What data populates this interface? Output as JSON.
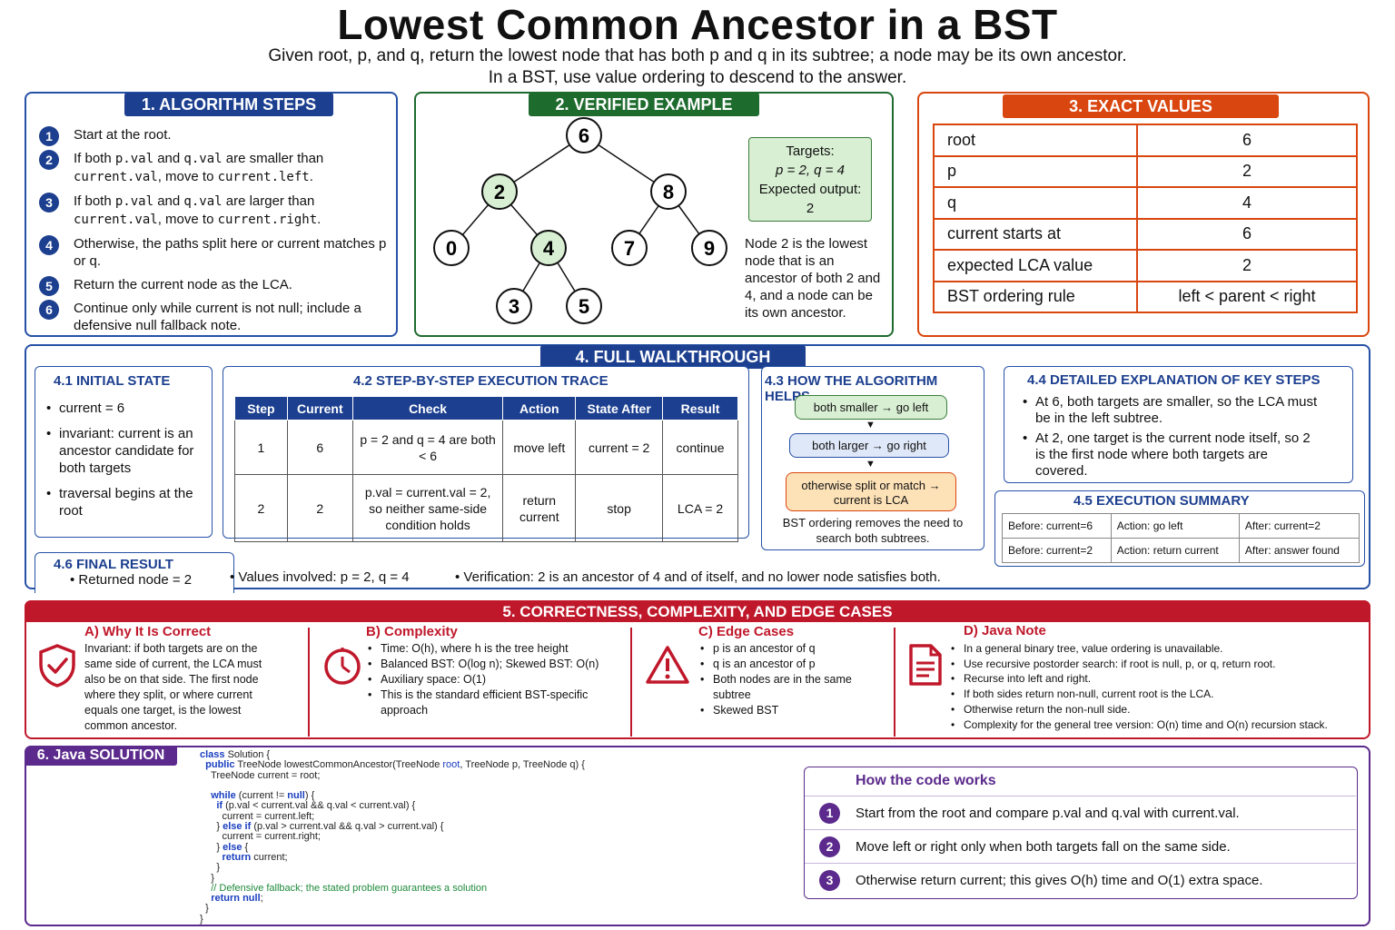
{
  "title": "Lowest Common Ancestor in a BST",
  "subtitle_line1": "Given root, p, and q, return the lowest node that has both p and q in its subtree; a node may be its own ancestor.",
  "subtitle_line2": "In a BST, use value ordering to descend to the answer.",
  "s1": {
    "header": "1. ALGORITHM STEPS",
    "steps": [
      {
        "n": "1",
        "a": "Start at the root."
      },
      {
        "n": "2",
        "a": "If both ",
        "c1": "p.val",
        "b": " and ",
        "c2": "q.val",
        "c": " are smaller than ",
        "c3": "current.val",
        "d": ", move to ",
        "c4": "current.left",
        "e": "."
      },
      {
        "n": "3",
        "a": "If both ",
        "c1": "p.val",
        "b": " and ",
        "c2": "q.val",
        "c": " are larger than ",
        "c3": "current.val",
        "d": ", move to ",
        "c4": "current.right",
        "e": "."
      },
      {
        "n": "4",
        "a": "Otherwise, the paths split here or current matches p or q."
      },
      {
        "n": "5",
        "a": "Return the current node as the LCA."
      },
      {
        "n": "6",
        "a": "Continue only while current is not null; include a defensive null fallback note."
      }
    ]
  },
  "s2": {
    "header": "2. VERIFIED EXAMPLE",
    "nodes": [
      "6",
      "2",
      "8",
      "0",
      "4",
      "7",
      "9",
      "3",
      "5"
    ],
    "targets_label": "Targets:",
    "targets": "p = 2, q = 4",
    "expected_label": "Expected output:",
    "expected": "2",
    "note": "Node 2 is the lowest node that is an ancestor of both 2 and 4, and a node can be its own ancestor.",
    "highlight_color": "#d8efd3"
  },
  "s3": {
    "header": "3. EXACT VALUES",
    "rows": [
      {
        "k": "root",
        "v": "6"
      },
      {
        "k": "p",
        "v": "2"
      },
      {
        "k": "q",
        "v": "4"
      },
      {
        "k": "current starts at",
        "v": "6"
      },
      {
        "k": "expected LCA value",
        "v": "2"
      },
      {
        "k": "BST ordering rule",
        "v": "left < parent < right"
      }
    ]
  },
  "s4": {
    "header": "4. FULL WALKTHROUGH",
    "initial": {
      "title": "4.1  INITIAL STATE",
      "items": [
        "current = 6",
        "invariant: current is an ancestor candidate for both targets",
        "traversal begins at the root"
      ]
    },
    "trace": {
      "title": "4.2  STEP-BY-STEP EXECUTION TRACE",
      "headers": [
        "Step",
        "Current",
        "Check",
        "Action",
        "State After",
        "Result"
      ],
      "rows": [
        [
          "1",
          "6",
          "p = 2 and q = 4 are both < 6",
          "move left",
          "current = 2",
          "continue"
        ],
        [
          "2",
          "2",
          "p.val = current.val = 2, so neither same-side condition holds",
          "return current",
          "stop",
          "LCA = 2"
        ]
      ]
    },
    "helps": {
      "title": "4.3  HOW THE ALGORITHM HELPS",
      "f1": "both smaller → go left",
      "f2": "both larger → go right",
      "f3": "otherwise split or match → current is LCA",
      "note": "BST ordering removes the need to search both subtrees."
    },
    "explain": {
      "title": "4.4  DETAILED EXPLANATION OF KEY STEPS",
      "items": [
        "At 6, both targets are smaller, so the LCA must be in the left subtree.",
        "At 2, one target is the current node itself, so 2 is the first node where both targets are covered."
      ]
    },
    "summary": {
      "title": "4.5  EXECUTION SUMMARY",
      "rows": [
        [
          "Before: current=6",
          "Action: go left",
          "After: current=2"
        ],
        [
          "Before: current=2",
          "Action: return current",
          "After: answer found"
        ]
      ]
    },
    "final": {
      "title": "4.6  FINAL RESULT",
      "returned": "Returned node = 2",
      "values": "Values involved:  p = 2,  q = 4",
      "verify": "Verification:  2 is an ancestor of 4 and of itself, and no lower node satisfies both."
    }
  },
  "s5": {
    "header": "5. CORRECTNESS, COMPLEXITY, AND EDGE CASES",
    "a_title": "A) Why It Is Correct",
    "a_text": "Invariant: if both targets are on the same side of current, the LCA must also be on that side. The first node where they split, or where current equals one target, is the lowest common ancestor.",
    "b_title": "B) Complexity",
    "b_items": [
      "Time: O(h), where h is the tree height",
      "Balanced BST: O(log n); Skewed BST: O(n)",
      "Auxiliary space: O(1)",
      "This is the standard efficient BST-specific approach"
    ],
    "c_title": "C) Edge Cases",
    "c_items": [
      "p is an ancestor of q",
      "q is an ancestor of p",
      "Both nodes are in the same subtree",
      "Skewed BST"
    ],
    "d_title": "D) Java Note",
    "d_items": [
      "In a general binary tree, value ordering is unavailable.",
      "Use recursive postorder search: if root is null, p, or q, return root.",
      "Recurse into left and right.",
      "If both sides return non-null, current root is the LCA.",
      "Otherwise return the non-null side.",
      "Complexity for the general tree version: O(n) time and O(n) recursion stack."
    ]
  },
  "s6": {
    "header": "6. Java SOLUTION",
    "how_title": "How the code works",
    "how": [
      {
        "n": "1",
        "t": "Start from the root and compare p.val and q.val with current.val."
      },
      {
        "n": "2",
        "t": "Move left or right only when both targets fall on the same side."
      },
      {
        "n": "3",
        "t": "Otherwise return current; this gives O(h) time and O(1) extra space."
      }
    ]
  }
}
